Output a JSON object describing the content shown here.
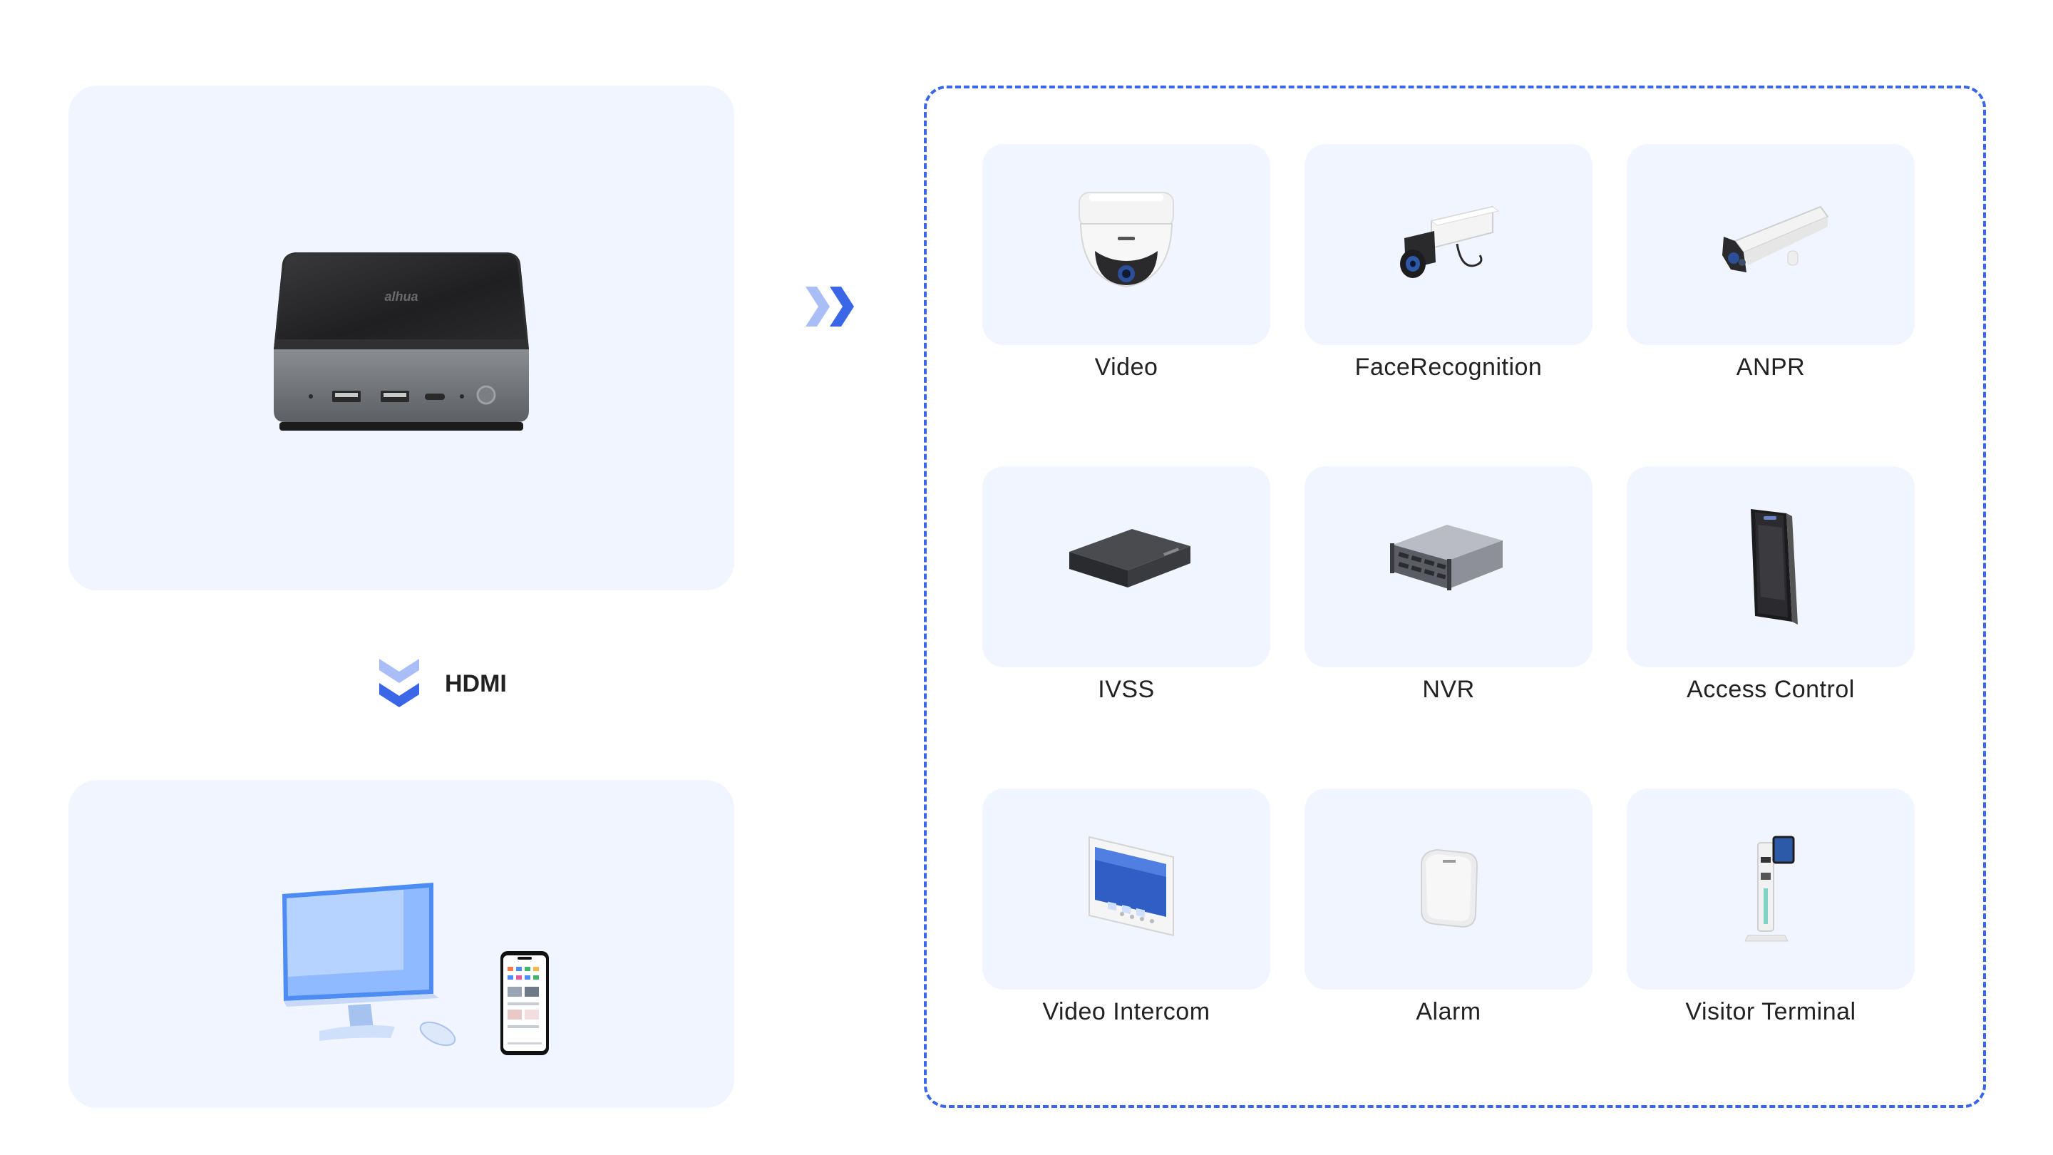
{
  "connection": {
    "label": "HDMI"
  },
  "mini_pc": {
    "logo_text": "alhua"
  },
  "devices": [
    {
      "label": "Video",
      "icon": "dome-camera-icon"
    },
    {
      "label": "FaceRecognition",
      "icon": "box-camera-icon"
    },
    {
      "label": "ANPR",
      "icon": "anpr-camera-icon"
    },
    {
      "label": "IVSS",
      "icon": "ivss-recorder-icon"
    },
    {
      "label": "NVR",
      "icon": "nvr-rack-icon"
    },
    {
      "label": "Access Control",
      "icon": "access-control-terminal-icon"
    },
    {
      "label": "Video Intercom",
      "icon": "video-intercom-monitor-icon"
    },
    {
      "label": "Alarm",
      "icon": "alarm-hub-icon"
    },
    {
      "label": "Visitor Terminal",
      "icon": "visitor-terminal-kiosk-icon"
    }
  ],
  "colors": {
    "panel_bg": "#f1f5ff",
    "accent_blue": "#3a66e8",
    "accent_light_blue": "#a9bdf7"
  }
}
